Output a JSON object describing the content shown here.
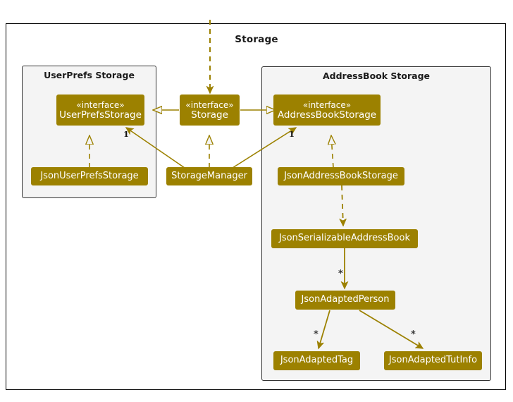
{
  "diagram": {
    "type": "uml-class-diagram",
    "outer_frame_title": "Storage",
    "packages": [
      {
        "id": "userprefs",
        "title": "UserPrefs Storage"
      },
      {
        "id": "addressbook",
        "title": "AddressBook Storage"
      }
    ],
    "nodes": {
      "user_prefs_storage": {
        "stereotype": "«interface»",
        "name": "UserPrefsStorage"
      },
      "storage": {
        "stereotype": "«interface»",
        "name": "Storage"
      },
      "address_book_storage": {
        "stereotype": "«interface»",
        "name": "AddressBookStorage"
      },
      "json_user_prefs_storage": {
        "name": "JsonUserPrefsStorage"
      },
      "storage_manager": {
        "name": "StorageManager"
      },
      "json_address_book_storage": {
        "name": "JsonAddressBookStorage"
      },
      "json_serializable_address_book": {
        "name": "JsonSerializableAddressBook"
      },
      "json_adapted_person": {
        "name": "JsonAdaptedPerson"
      },
      "json_adapted_tag": {
        "name": "JsonAdaptedTag"
      },
      "json_adapted_tut_info": {
        "name": "JsonAdaptedTutInfo"
      }
    },
    "multiplicities": {
      "userprefs_one": "1",
      "addressbook_one": "1",
      "person_many": "*",
      "tag_many": "*",
      "tutinfo_many": "*"
    },
    "colors": {
      "node_fill": "#9C8100",
      "node_text": "#FFFFFF",
      "connector": "#9C8100",
      "panel_background": "#F4F4F4",
      "panel_border": "#333333",
      "frame_border": "#000000",
      "page_background": "#FFFFFF",
      "title_text": "#1A1A1A"
    }
  }
}
